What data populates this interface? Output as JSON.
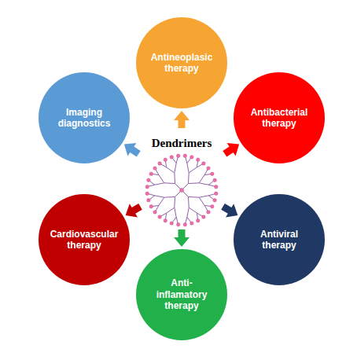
{
  "diagram": {
    "nodes": [
      {
        "text": [
          "Dendrimers"
        ]
      },
      {
        "text": [
          "Antineoplasic therapy"
        ]
      },
      {
        "text": [
          "Imaging diagnostics"
        ]
      },
      {
        "text": [
          "Antibacterial therapy"
        ]
      },
      {
        "text": [
          "Cardiovascular therapy"
        ]
      },
      {
        "text": [
          "Antiviral therapy"
        ]
      },
      {
        "text": [
          "Anti- inflamatory therapy"
        ]
      }
    ],
    "edges": [
      {
        "from": 0,
        "to": 1,
        "arrow": "to"
      },
      {
        "from": 0,
        "to": 2,
        "arrow": "to"
      },
      {
        "from": 0,
        "to": 3,
        "arrow": "to"
      },
      {
        "from": 0,
        "to": 4,
        "arrow": "to"
      },
      {
        "from": 0,
        "to": 5,
        "arrow": "to"
      },
      {
        "from": 0,
        "to": 6,
        "arrow": "to"
      }
    ]
  }
}
